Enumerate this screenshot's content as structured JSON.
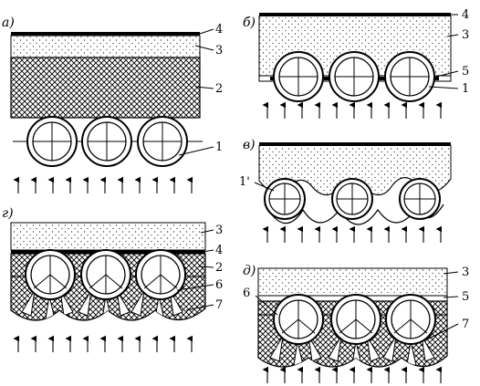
{
  "panels": [
    {
      "label": "а)",
      "callouts": [
        "4",
        "3",
        "2",
        "1"
      ]
    },
    {
      "label": "б)",
      "callouts": [
        "4",
        "3",
        "5",
        "1"
      ]
    },
    {
      "label": "в)",
      "callouts": [
        "1'"
      ]
    },
    {
      "label": "г)",
      "callouts": [
        "3",
        "4",
        "2",
        "6",
        "7"
      ]
    },
    {
      "label": "д)",
      "callouts": [
        "3",
        "5",
        "6",
        "7"
      ]
    }
  ]
}
